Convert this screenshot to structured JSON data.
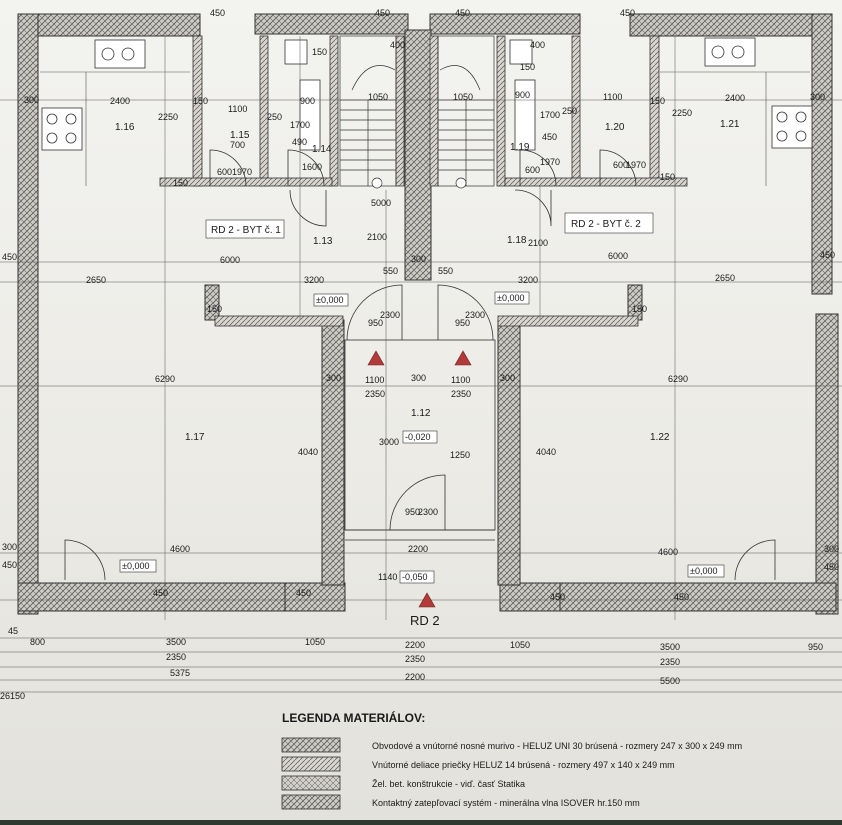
{
  "colors": {
    "wall_fill": "#c9c6c0",
    "wall_stroke": "#333333",
    "line": "#444444",
    "arrow": "#b33a3a",
    "paper": "#f1f0ec"
  },
  "rooms": [
    {
      "id": "1.16",
      "label": "1.16"
    },
    {
      "id": "1.15",
      "label": "1.15"
    },
    {
      "id": "1.14",
      "label": "1.14"
    },
    {
      "id": "1.19",
      "label": "1.19"
    },
    {
      "id": "1.20",
      "label": "1.20"
    },
    {
      "id": "1.21",
      "label": "1.21"
    },
    {
      "id": "1.13",
      "label": "1.13"
    },
    {
      "id": "1.18",
      "label": "1.18"
    },
    {
      "id": "1.17",
      "label": "1.17"
    },
    {
      "id": "1.12",
      "label": "1.12"
    },
    {
      "id": "1.22",
      "label": "1.22"
    }
  ],
  "units": {
    "byt1": "RD 2 - BYT č. 1",
    "byt2": "RD 2 - BYT č. 2"
  },
  "levels": {
    "l1": "±0,000",
    "l2": "±0,000",
    "l3": "-0,020",
    "l4": "±0,000",
    "l5": "±0,000",
    "l6": "-0,050"
  },
  "house_label": "RD 2",
  "dims_top": [
    "450",
    "450",
    "150",
    "400",
    "400",
    "150",
    "450",
    "450"
  ],
  "dims": {
    "d2400a": "2400",
    "d2400b": "2400",
    "d2250a": "2250",
    "d2250b": "2250",
    "d150a": "150",
    "d150b": "150",
    "d150c": "150",
    "d150d": "150",
    "d150e": "150",
    "d150f": "150",
    "d1100a": "1100",
    "d1100b": "1100",
    "d1050a": "1050",
    "d1050b": "1050",
    "d300a": "300",
    "d300b": "300",
    "d300c": "300",
    "d300d": "300",
    "d300e": "300",
    "d300f": "300",
    "d250a": "250",
    "d250b": "250",
    "d900a": "900",
    "d900b": "900",
    "d1700a": "1700",
    "d1700b": "1700",
    "d490": "490",
    "d450s": "450",
    "d700": "700",
    "d600a": "600",
    "d600b": "600",
    "d600c": "600",
    "d1970a": "1970",
    "d1970b": "1970",
    "d1970c": "1970",
    "d1600": "1600",
    "d5000": "5000",
    "d2100a": "2100",
    "d2100b": "2100",
    "d6000a": "6000",
    "d6000b": "6000",
    "d2650a": "2650",
    "d2650b": "2650",
    "d3200a": "3200",
    "d3200b": "3200",
    "d550a": "550",
    "d550b": "550",
    "d950a": "950",
    "d950b": "950",
    "d950c": "950",
    "d2300a": "2300",
    "d2300b": "2300",
    "d2300c": "2300",
    "d6290a": "6290",
    "d6290b": "6290",
    "d1100c": "1100",
    "d1100d": "1100",
    "d2350a": "2350",
    "d2350b": "2350",
    "d4040a": "4040",
    "d4040b": "4040",
    "d3000": "3000",
    "d1250": "1250",
    "d4600a": "4600",
    "d4600b": "4600",
    "d2200a": "2200",
    "d1140": "1140",
    "d450a": "450",
    "d450b": "450",
    "d450c": "450",
    "d450d": "450",
    "d450e": "450",
    "d450f": "450",
    "d450g": "450",
    "d450h": "450",
    "d300g": "300",
    "d300h": "300"
  },
  "dims_bottom_row1": [
    {
      "label": "45"
    },
    {
      "label": "800"
    },
    {
      "label": "3500"
    },
    {
      "label": "1050"
    },
    {
      "label": "2200"
    },
    {
      "label": "1050"
    },
    {
      "label": "3500"
    },
    {
      "label": "950"
    }
  ],
  "dims_bottom_row2": [
    {
      "label": "2350"
    },
    {
      "label": "2350"
    },
    {
      "label": "2350"
    }
  ],
  "dims_bottom_row3": [
    {
      "label": "5375"
    },
    {
      "label": "2200"
    },
    {
      "label": "5500"
    }
  ],
  "dims_bottom_total": "26150",
  "legend": {
    "title": "LEGENDA MATERIÁLOV:",
    "items": [
      {
        "text": "Obvodové a vnútorné nosné murivo - HELUZ UNI 30 brúsená - rozmery 247 x 300 x 249 mm"
      },
      {
        "text": "Vnútorné deliace priečky HELUZ 14 brúsená - rozmery 497 x 140 x 249 mm"
      },
      {
        "text": "Žel. bet. konštrukcie - viď. časť Statika"
      },
      {
        "text": "Kontaktný zatepľovací systém - minerálna vlna  ISOVER hr.150 mm"
      }
    ]
  }
}
